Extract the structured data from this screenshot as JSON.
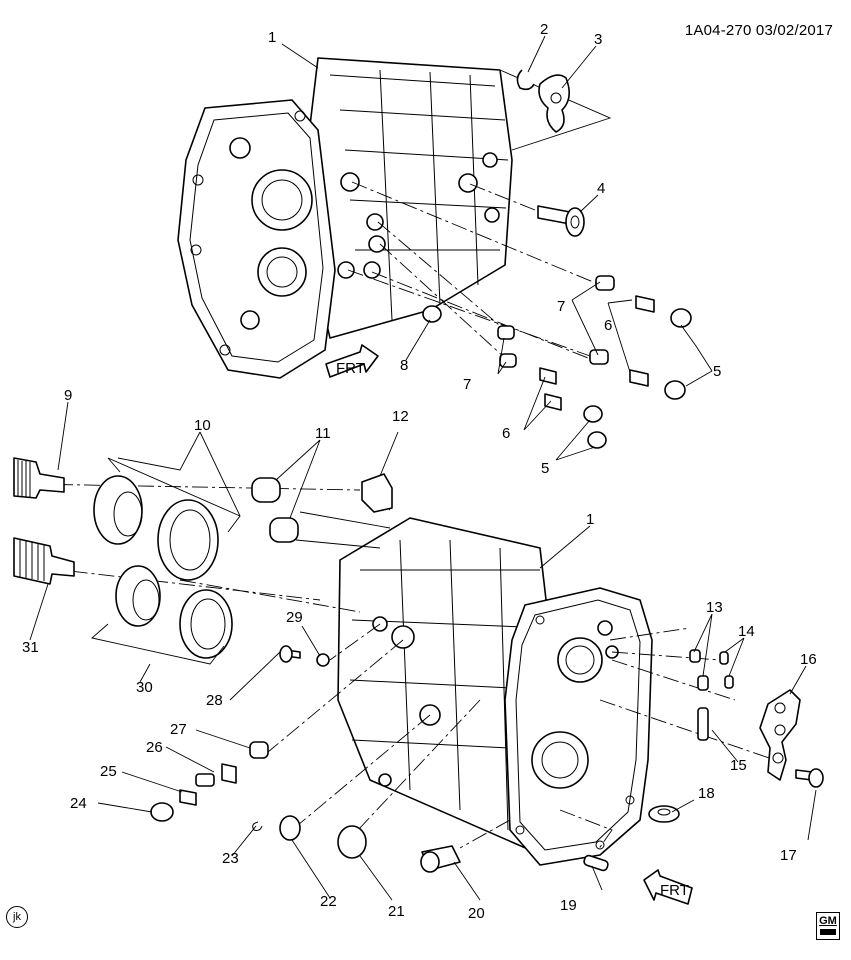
{
  "header": {
    "reference": "1A04-270  03/02/2017"
  },
  "callouts": [
    "1",
    "2",
    "3",
    "4",
    "5",
    "5",
    "5",
    "6",
    "6",
    "7",
    "7",
    "8",
    "9",
    "10",
    "11",
    "12",
    "1",
    "13",
    "14",
    "15",
    "16",
    "17",
    "18",
    "19",
    "20",
    "21",
    "22",
    "23",
    "24",
    "25",
    "26",
    "27",
    "28",
    "29",
    "30",
    "31"
  ],
  "direction_labels": {
    "front_upper": "FRT",
    "front_lower": "FRT"
  },
  "footer": {
    "artist_initials": "jk",
    "logo_text": "GM"
  }
}
